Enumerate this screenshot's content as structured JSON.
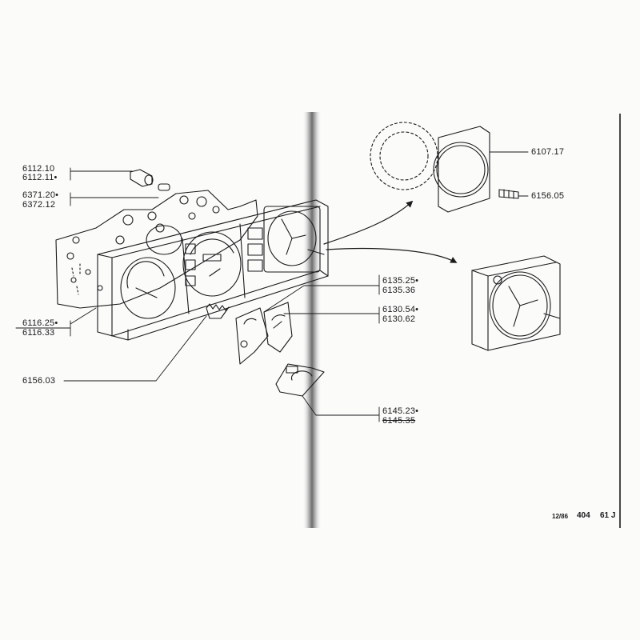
{
  "colors": {
    "ink": "#1a1a1a",
    "paper": "#fbfbfa",
    "binding_shadow": "#6f6f6f"
  },
  "labels": {
    "p6112_10": "6112.10",
    "p6112_11": "6112.11•",
    "p6371_20": "6371.20•",
    "p6372_12": "6372.12",
    "p6116_25": "6116.25•",
    "p6116_33": "6116.33",
    "p6156_03": "6156.03",
    "p6135_25": "6135.25•",
    "p6135_36": "6135.36",
    "p6130_54": "6130.54•",
    "p6130_62": "6130.62",
    "p6145_23": "6145.23•",
    "p6145_35": "6145.35",
    "p6107_17": "6107.17",
    "p6156_05": "6156.05"
  },
  "footer": {
    "date": "12/86",
    "model": "404",
    "page": "61 J"
  }
}
